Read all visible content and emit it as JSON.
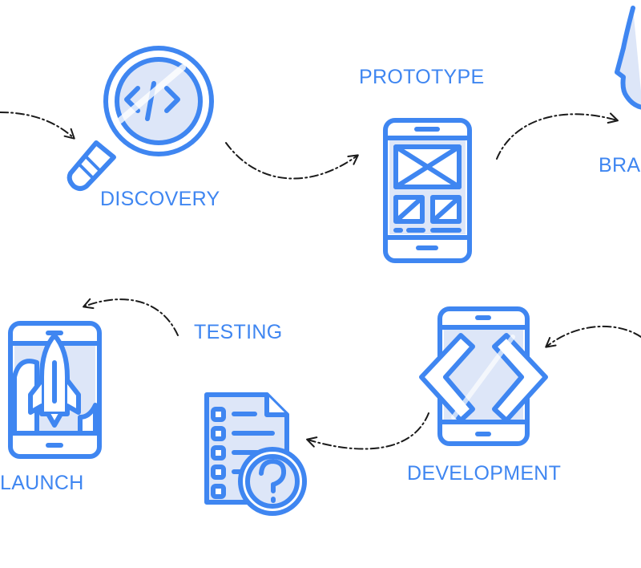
{
  "colors": {
    "stroke": "#3f86f1",
    "fill": "#dde6f8",
    "white": "#ffffff",
    "label": "#3f86f1",
    "arrow": "#1a1a1a"
  },
  "steps": {
    "discovery": {
      "label": "DISCOVERY",
      "icon": "magnifier-code-icon"
    },
    "prototype": {
      "label": "PROTOTYPE",
      "icon": "phone-wireframe-icon"
    },
    "branding": {
      "label": "BRA",
      "icon": "head-profile-icon"
    },
    "development": {
      "label": "DEVELOPMENT",
      "icon": "tablet-code-icon"
    },
    "testing": {
      "label": "TESTING",
      "icon": "document-question-icon"
    },
    "launch": {
      "label": "LAUNCH",
      "icon": "tablet-rocket-icon"
    }
  }
}
